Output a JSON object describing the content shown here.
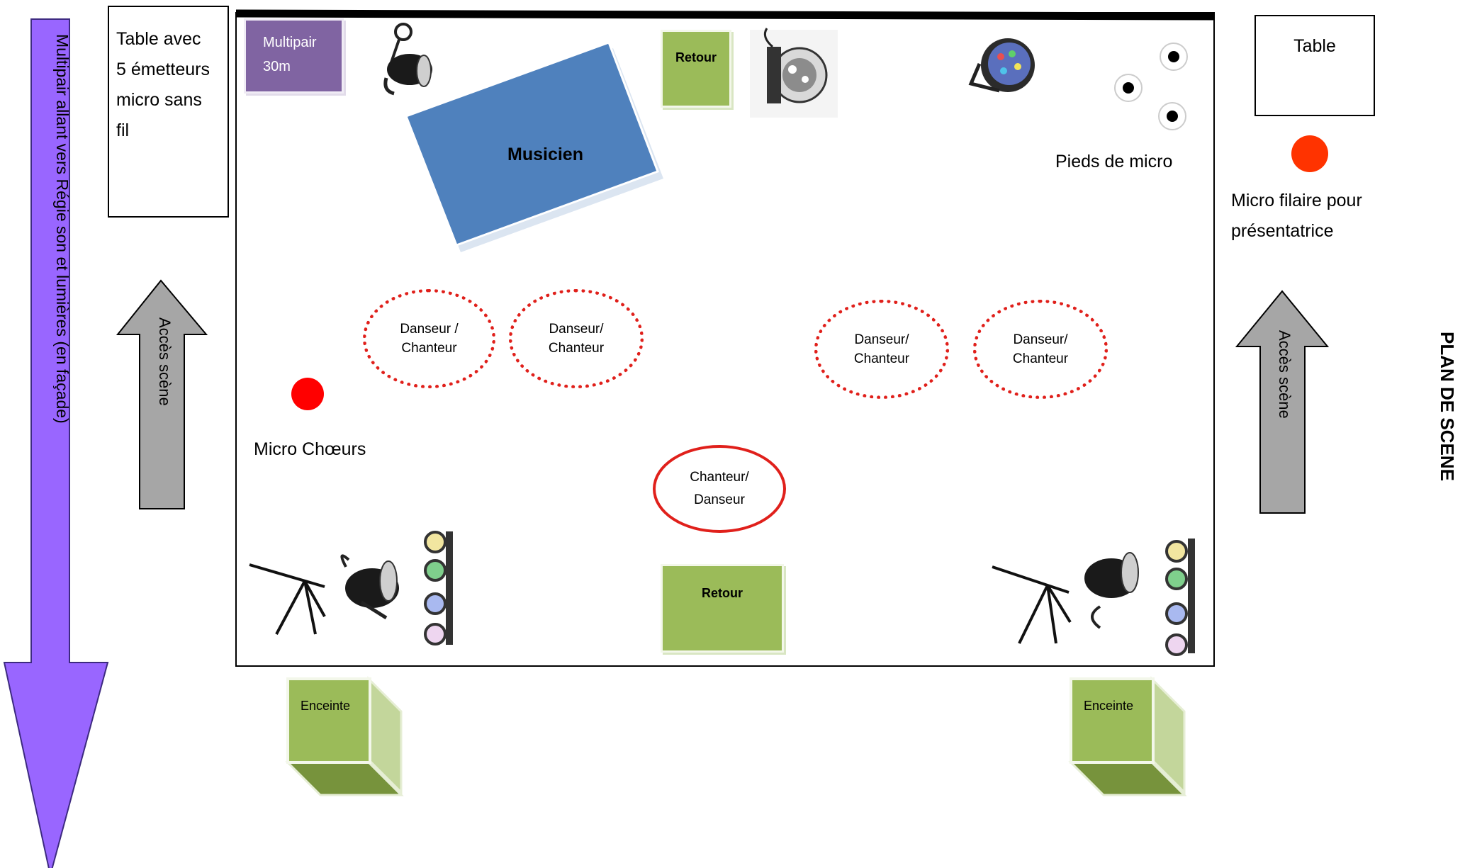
{
  "title": "PLAN DE SCENE",
  "multipair_arrow": "Multipair allant vers Régie son et lumières (en façade)",
  "table_left": "Table avec\n5 émetteurs\nmicro sans\nfil",
  "table_right": "Table",
  "multipair_box": "Multipair\n30m",
  "musicien": "Musicien",
  "retour_top": "Retour",
  "retour_bottom": "Retour",
  "pieds_micro": "Pieds de micro",
  "micro_filaire": "Micro filaire pour\nprésentatrice",
  "acces_left": "Accès scène",
  "acces_right": "Accès scène",
  "micro_choeurs": "Micro Chœurs",
  "performers": [
    "Danseur /\nChanteur",
    "Danseur/\nChanteur",
    "Danseur/\nChanteur",
    "Danseur/\nChanteur"
  ],
  "lead": "Chanteur/\nDanseur",
  "enceinte_left": "Enceinte",
  "enceinte_right": "Enceinte",
  "colors": {
    "purple_arrow": "#9966ff",
    "multipair_box": "#8064a2",
    "musicien": "#4f81bd",
    "green": "#9bbb59",
    "gray_arrow": "#a6a6a6",
    "red": "#e0201b"
  }
}
